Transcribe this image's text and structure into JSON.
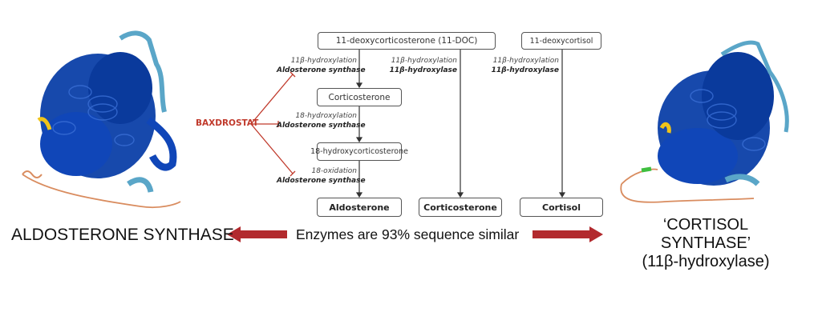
{
  "pathway": {
    "boxes": {
      "doc": "11-deoxycorticosterone (11-DOC)",
      "deoxycortisol": "11-deoxycortisol",
      "corticosterone_mid": "Corticosterone",
      "hydroxycorticosterone": "18-hydroxycorticosterone",
      "aldosterone": "Aldosterone",
      "corticosterone_end": "Corticosterone",
      "cortisol": "Cortisol"
    },
    "steps": [
      {
        "reaction": "11β-hydroxylation",
        "enzyme": "Aldosterone synthase"
      },
      {
        "reaction": "18-hydroxylation",
        "enzyme": "Aldosterone synthase"
      },
      {
        "reaction": "18-oxidation",
        "enzyme": "Aldosterone synthase"
      },
      {
        "reaction": "11β-hydroxylation",
        "enzyme": "11β-hydroxylase"
      },
      {
        "reaction": "11β-hydroxylation",
        "enzyme": "11β-hydroxylase"
      }
    ],
    "inhibitor": "BAXDROSTAT"
  },
  "labels": {
    "left_enzyme": "ALDOSTERONE SYNTHASE",
    "similarity": "Enzymes are 93% sequence similar",
    "right_enzyme_line1": "‘CORTISOL SYNTHASE’",
    "right_enzyme_line2": "(11β-hydroxylase)"
  },
  "colors": {
    "inhibitor": "#c0392b",
    "arrow": "#b22a2e",
    "protein_dark": "#0b3fa8",
    "protein_light": "#5aa6c8",
    "protein_yellow": "#f0c419",
    "protein_tail": "#d98c5f"
  },
  "icons": {
    "left_structure": "protein-structure-icon",
    "right_structure": "protein-structure-icon"
  }
}
